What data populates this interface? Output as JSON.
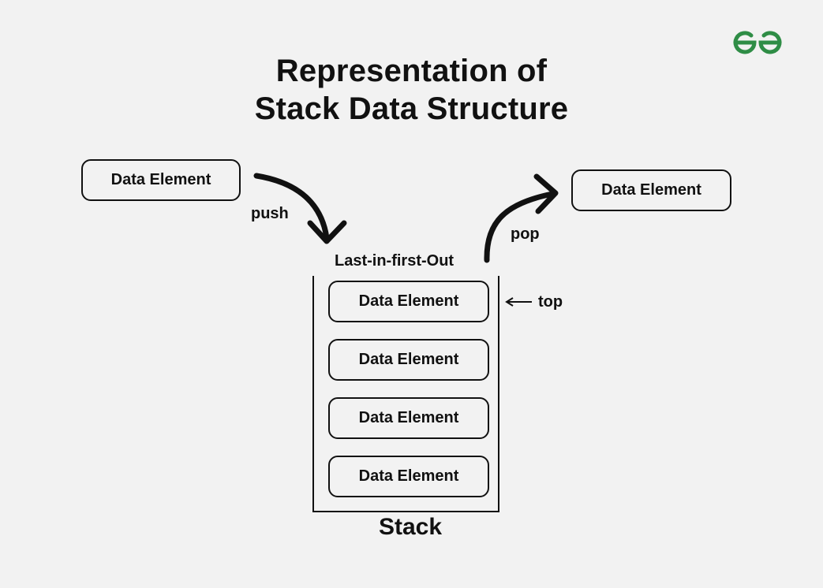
{
  "title_line1": "Representation of",
  "title_line2": "Stack Data Structure",
  "logo_color": "#2f8d46",
  "push_label": "push",
  "pop_label": "pop",
  "lifo_label": "Last-in-first-Out",
  "top_label": "top",
  "stack_label": "Stack",
  "incoming_element": "Data Element",
  "popped_element": "Data Element",
  "stack_elements": [
    "Data Element",
    "Data Element",
    "Data Element",
    "Data Element"
  ]
}
